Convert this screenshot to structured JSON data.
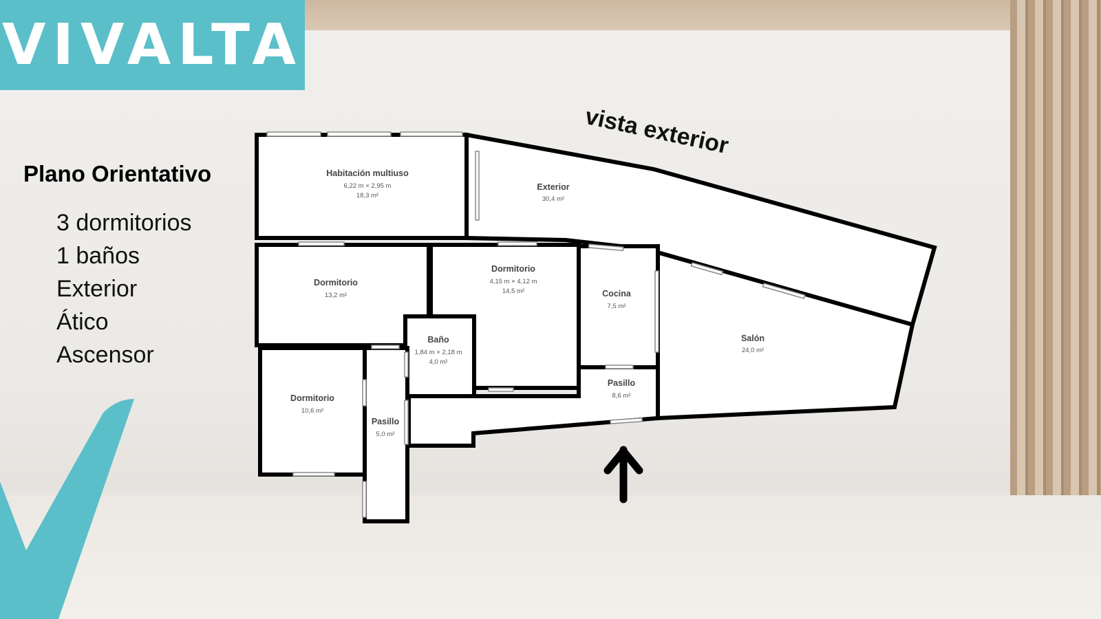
{
  "brand": {
    "name": "VIVALTA",
    "color": "#5bbfc9"
  },
  "title": "Plano Orientativo",
  "features": [
    "3 dormitorios",
    "1 baños",
    "Exterior",
    "Ático",
    "Ascensor"
  ],
  "annotation": "vista exterior",
  "rooms": [
    {
      "name": "Habitación multiuso",
      "dims": "6,22 m × 2,95 m",
      "area": "18,3 m²"
    },
    {
      "name": "Exterior",
      "area": "30,4 m²"
    },
    {
      "name": "Dormitorio",
      "area": "13,2 m²"
    },
    {
      "name": "Dormitorio",
      "dims": "4,15 m × 4,12 m",
      "area": "14,5 m²"
    },
    {
      "name": "Cocina",
      "area": "7,5 m²"
    },
    {
      "name": "Salón",
      "area": "24,0 m²"
    },
    {
      "name": "Baño",
      "dims": "1,84 m × 2,18 m",
      "area": "4,0 m²"
    },
    {
      "name": "Pasillo",
      "area": "8,6 m²"
    },
    {
      "name": "Dormitorio",
      "area": "10,6 m²"
    },
    {
      "name": "Pasillo",
      "area": "5,0 m²"
    }
  ]
}
